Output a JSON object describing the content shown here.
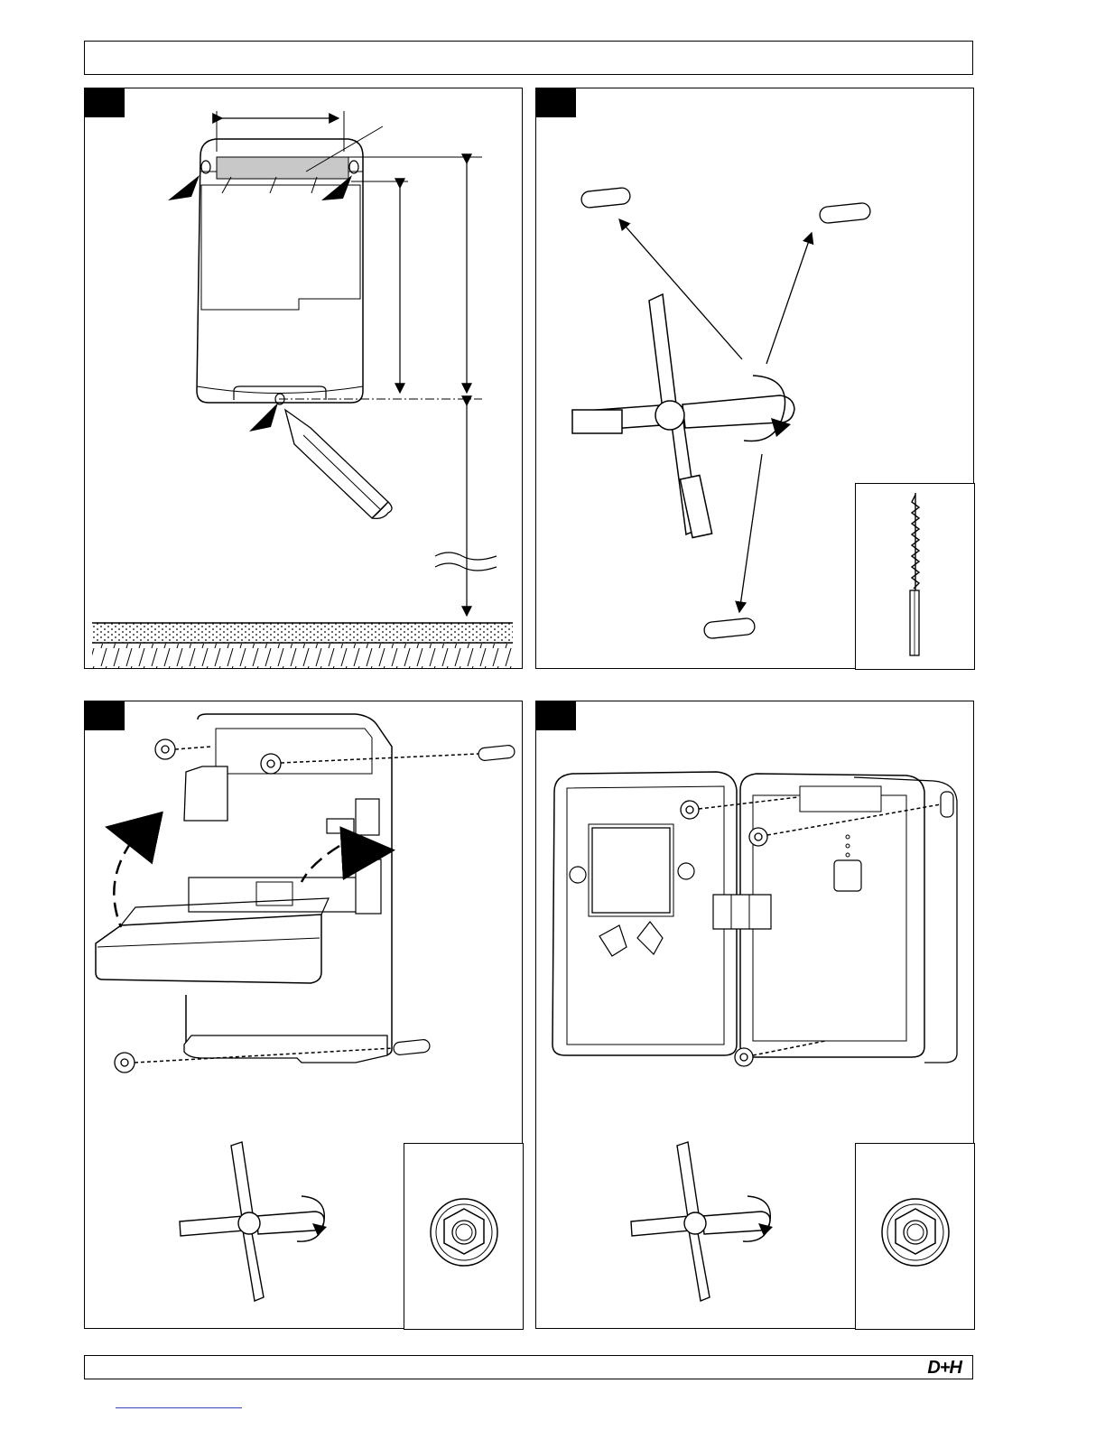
{
  "header": {
    "text": ""
  },
  "footer": {
    "logo": "D+H"
  },
  "figures": [
    {
      "id": "fig-1",
      "label": ""
    },
    {
      "id": "fig-2",
      "label": ""
    },
    {
      "id": "fig-3",
      "label": ""
    },
    {
      "id": "fig-4",
      "label": ""
    }
  ],
  "icons": [
    "drill-bit-icon",
    "hex-nut-icon",
    "box-spanner-icon",
    "wall-plug-icon",
    "pencil-icon"
  ]
}
